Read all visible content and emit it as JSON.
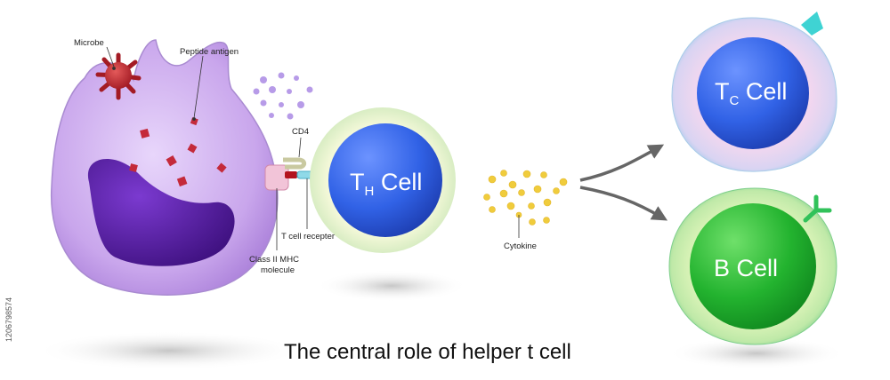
{
  "title": "The central role of helper t cell",
  "labels": {
    "microbe": "Microbe",
    "peptide_antigen": "Peptide antigen",
    "cd4": "CD4",
    "t_cell_receptor": "T cell recepter",
    "mhc_line1": "Class II MHC",
    "mhc_line2": "molecule",
    "cytokine": "Cytokine"
  },
  "cells": {
    "th": {
      "main": "T",
      "sub": "H",
      "suffix": " Cell"
    },
    "tc": {
      "main": "T",
      "sub": "C",
      "suffix": " Cell"
    },
    "b": {
      "label": "B Cell"
    }
  },
  "watermark_id": "1206798574",
  "colors": {
    "apc": "#c9a6ec",
    "nucleus": "#5a1fa8",
    "antigen": "#c42a3a",
    "th_core": "#2f5be0",
    "tc_core": "#2f5be0",
    "b_core": "#1fae2c",
    "cytokine": "#f0cc3c",
    "arrow": "#666666"
  }
}
